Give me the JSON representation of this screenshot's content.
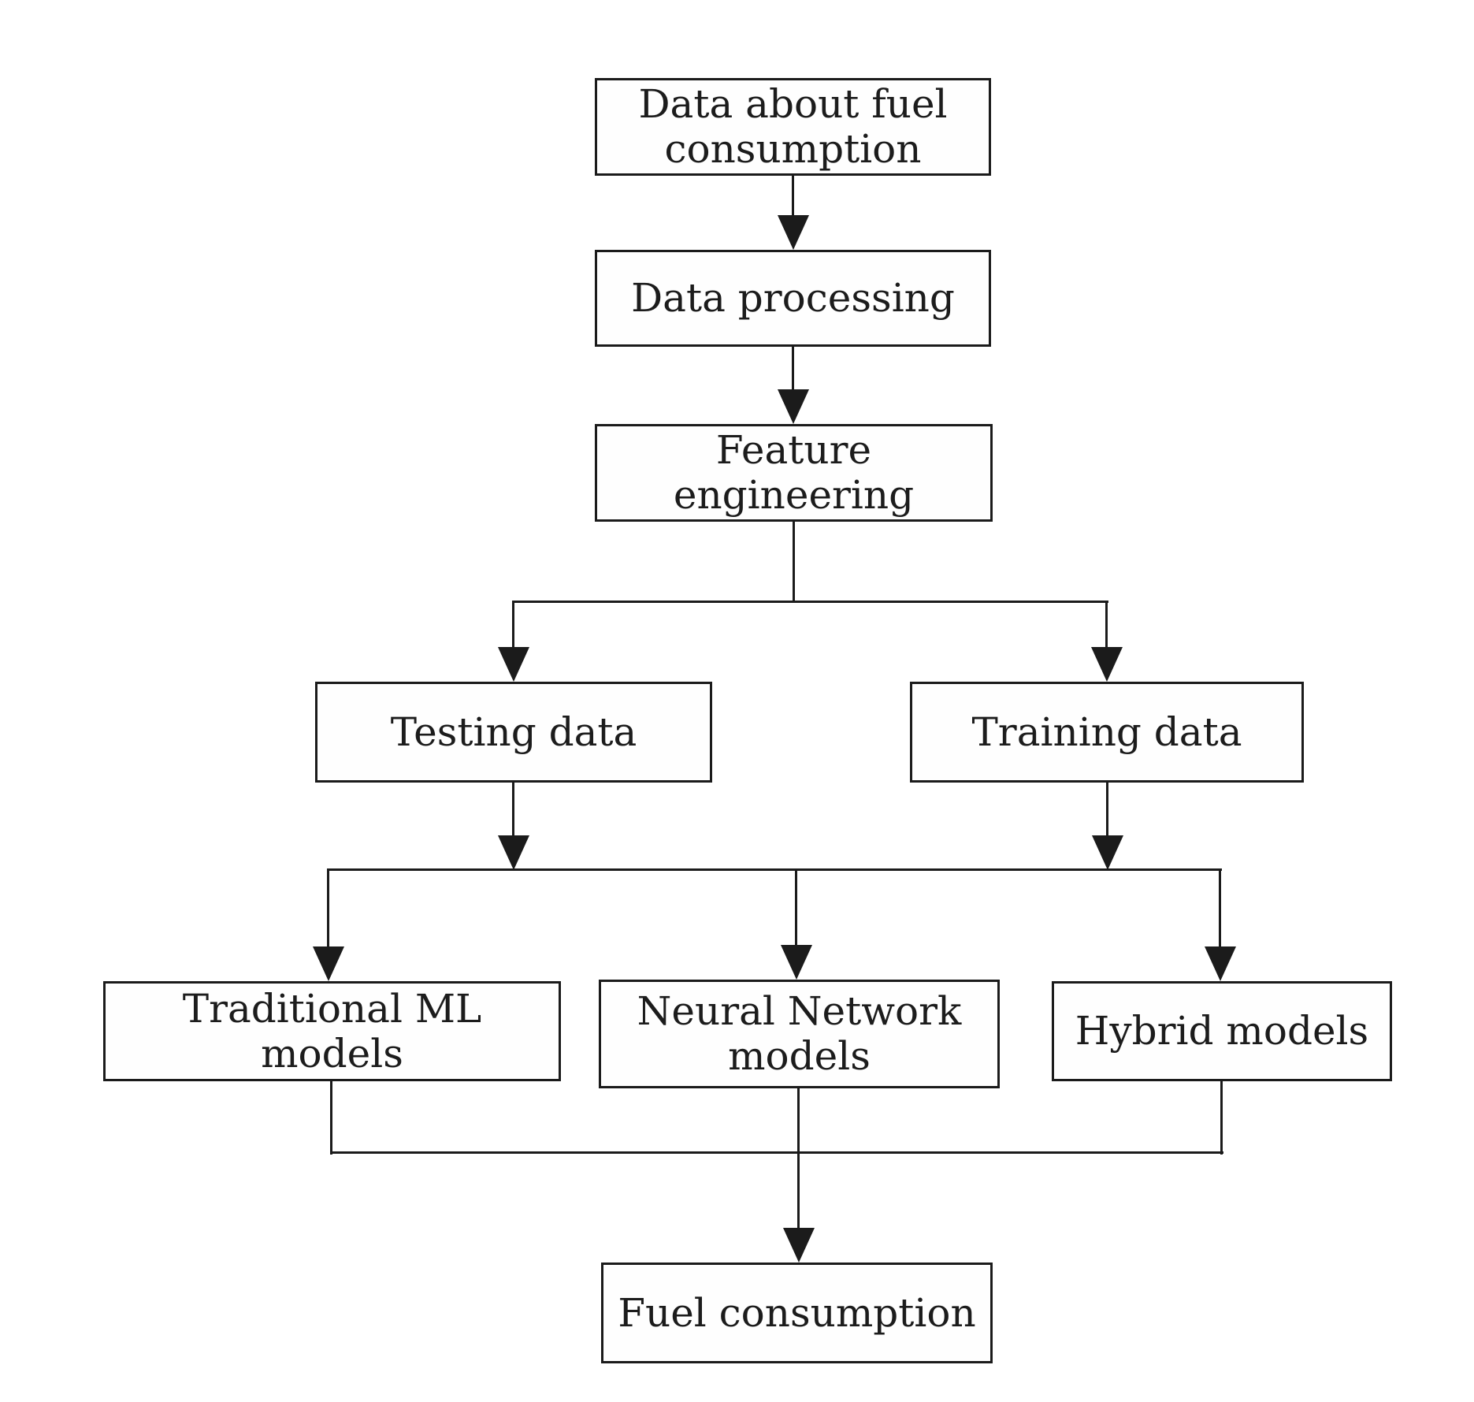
{
  "diagram": {
    "type": "flowchart",
    "description": "Machine-learning workflow for predicting fuel consumption",
    "colors": {
      "stroke": "#1b1b1b",
      "background": "#ffffff",
      "box_fill": "#fefefe",
      "text": "#1c1c1c"
    },
    "nodes": [
      {
        "id": "source",
        "label": "Data about fuel\nconsumption"
      },
      {
        "id": "processing",
        "label": "Data processing"
      },
      {
        "id": "feature",
        "label": "Feature engineering"
      },
      {
        "id": "testing",
        "label": "Testing data"
      },
      {
        "id": "training",
        "label": "Training data"
      },
      {
        "id": "traditional",
        "label": "Traditional ML models"
      },
      {
        "id": "neural",
        "label": "Neural Network\nmodels"
      },
      {
        "id": "hybrid",
        "label": "Hybrid models"
      },
      {
        "id": "output",
        "label": "Fuel consumption"
      }
    ],
    "edges": [
      {
        "from": "source",
        "to": "processing"
      },
      {
        "from": "processing",
        "to": "feature"
      },
      {
        "from": "feature",
        "to": "testing"
      },
      {
        "from": "feature",
        "to": "training"
      },
      {
        "from": "testing",
        "to": "traditional"
      },
      {
        "from": "testing",
        "to": "neural"
      },
      {
        "from": "testing",
        "to": "hybrid"
      },
      {
        "from": "training",
        "to": "traditional"
      },
      {
        "from": "training",
        "to": "neural"
      },
      {
        "from": "training",
        "to": "hybrid"
      },
      {
        "from": "traditional",
        "to": "output"
      },
      {
        "from": "neural",
        "to": "output"
      },
      {
        "from": "hybrid",
        "to": "output"
      }
    ]
  }
}
